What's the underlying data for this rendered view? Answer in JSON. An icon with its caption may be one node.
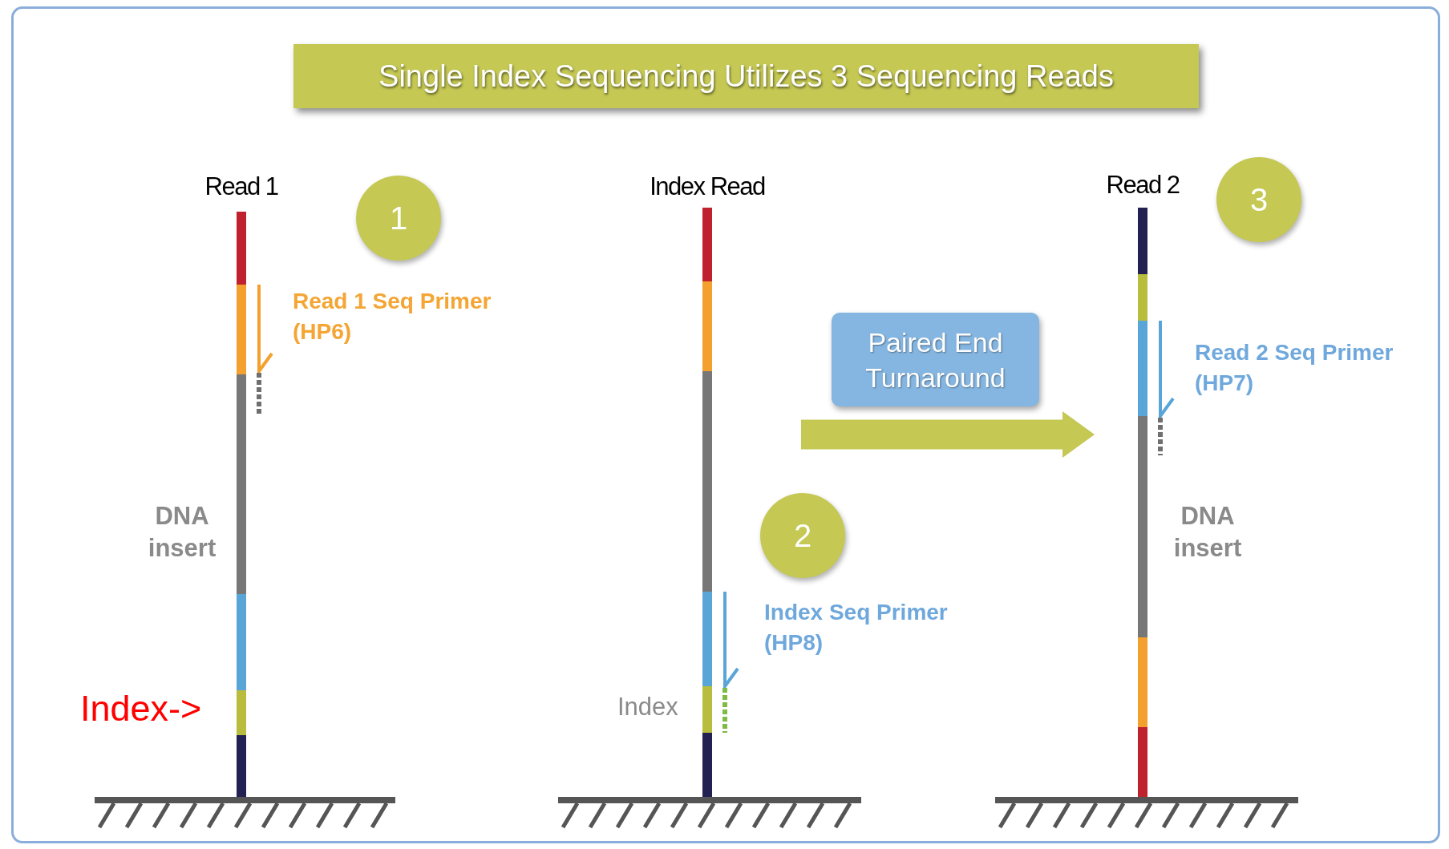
{
  "diagram": {
    "title": "Single Index Sequencing Utilizes 3 Sequencing Reads",
    "nodes": [
      {
        "text": [
          "Read 1"
        ]
      },
      {
        "text": [
          "Index Read"
        ]
      },
      {
        "text": [
          "Read 2"
        ]
      },
      {
        "text": [
          "1"
        ]
      },
      {
        "text": [
          "2"
        ]
      },
      {
        "text": [
          "3"
        ]
      },
      {
        "text": [
          "Paired End Turnaround"
        ]
      }
    ],
    "edges": [
      {
        "from": 1,
        "to": 2,
        "arrow": "to"
      }
    ],
    "labels": [
      "Read 1 Seq Primer (HP6)",
      "DNA insert",
      "Index->",
      "Index Seq Primer (HP8)",
      "Index",
      "Read 2 Seq Primer (HP7)",
      "DNA insert"
    ]
  }
}
